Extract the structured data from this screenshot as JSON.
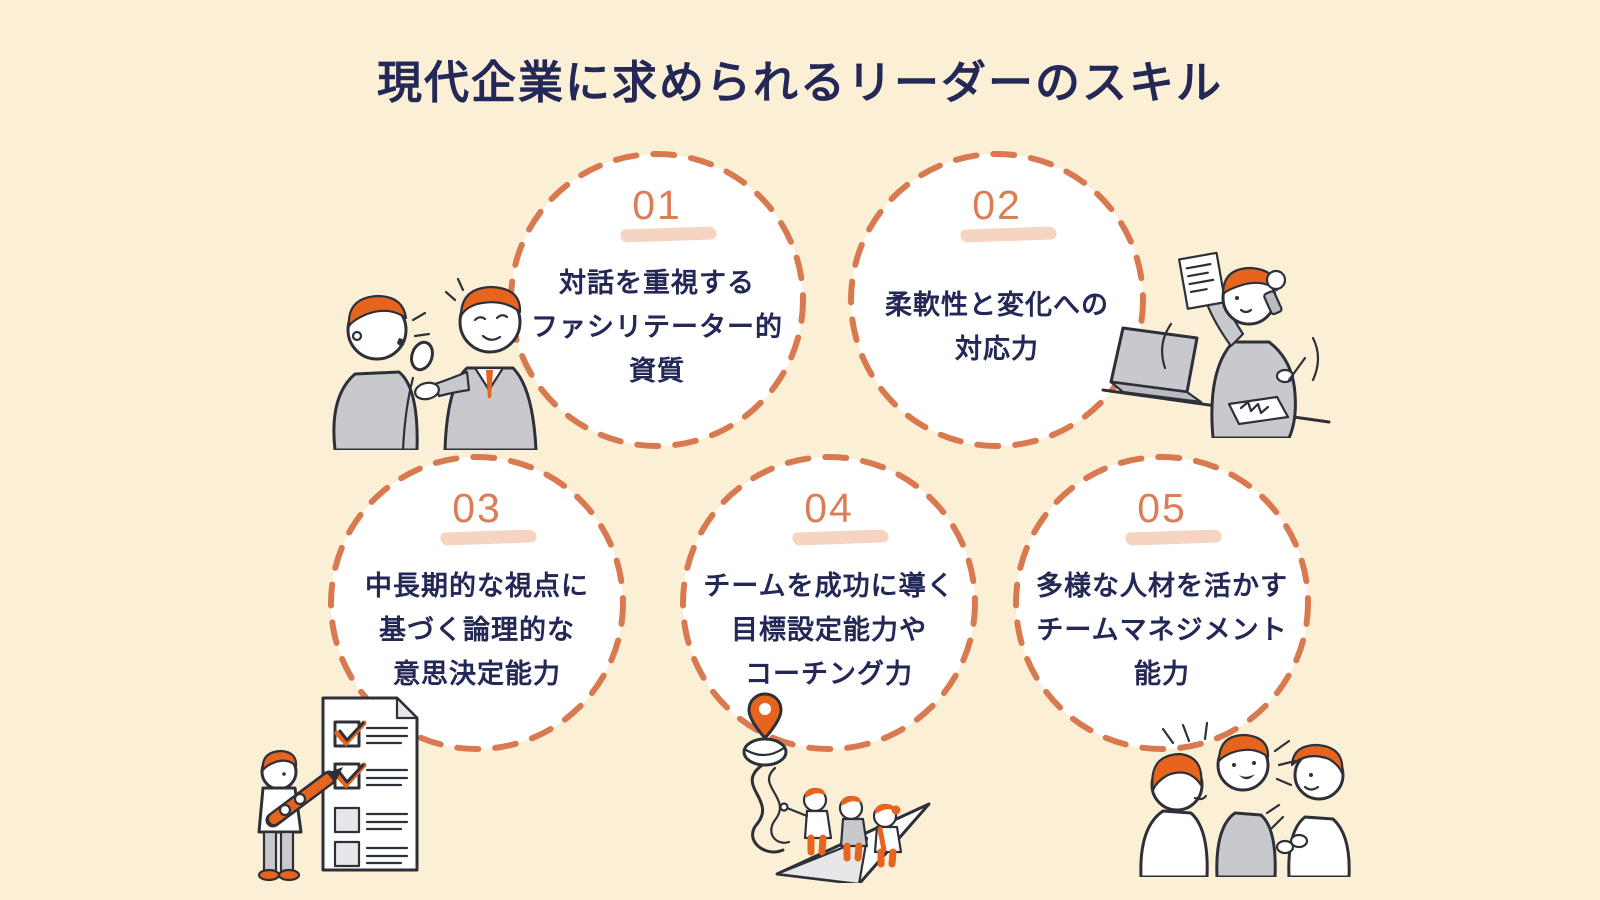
{
  "title": "現代企業に求められるリーダーのスキル",
  "colors": {
    "background": "#FBF0D6",
    "circle_fill": "#FFFFFF",
    "dash_border": "#D9794F",
    "number": "#DC7E55",
    "number_highlight": "#F3C9B2",
    "text": "#242857",
    "illo_orange": "#E7641E",
    "illo_gray": "#C8C9CC",
    "illo_line": "#2E3039"
  },
  "skills": [
    {
      "number": "01",
      "lines": [
        "対話を重視する",
        "ファシリテーター的",
        "資質"
      ]
    },
    {
      "number": "02",
      "lines": [
        "柔軟性と変化への",
        "対応力"
      ]
    },
    {
      "number": "03",
      "lines": [
        "中長期的な視点に",
        "基づく論理的な",
        "意思決定能力"
      ]
    },
    {
      "number": "04",
      "lines": [
        "チームを成功に導く",
        "目標設定能力や",
        "コーチング力"
      ]
    },
    {
      "number": "05",
      "lines": [
        "多様な人材を活かす",
        "チームマネジメント",
        "能力"
      ]
    }
  ],
  "illustrations": [
    {
      "name": "two-businessmen-talking"
    },
    {
      "name": "woman-multitasking-phone-laptop"
    },
    {
      "name": "person-checking-checklist-with-big-pencil"
    },
    {
      "name": "team-riding-paper-airplane-to-goal-pin"
    },
    {
      "name": "three-people-lively-conversation"
    }
  ]
}
